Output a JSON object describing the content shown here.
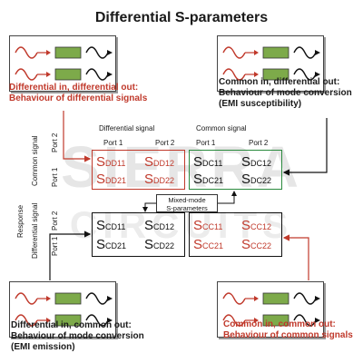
{
  "title": "Differential S-parameters",
  "colors": {
    "red": "#c0392b",
    "green_box": "#7daa4a",
    "dark": "#1a1a1a"
  },
  "captions": {
    "top_left": [
      "Differential in, differential out:",
      "Behaviour of differential signals"
    ],
    "top_right": [
      "Common in, differential out:",
      "Behaviour of mode conversion",
      "(EMI susceptibility)"
    ],
    "bottom_left": [
      "Differential in, common out:",
      "Behaviour of mode conversion",
      "(EMI emission)"
    ],
    "bottom_right": [
      "Common in, common out:",
      "Behaviour of common signals"
    ]
  },
  "headers": {
    "differential_signal": "Differential signal",
    "common_signal": "Common signal",
    "port1": "Port 1",
    "port2": "Port 2",
    "response": "Response",
    "response_common": "Common signal",
    "response_differential": "Differential signal"
  },
  "matrix": {
    "dd": [
      {
        "s": "S",
        "sub": "DD11"
      },
      {
        "s": "S",
        "sub": "DD12"
      },
      {
        "s": "S",
        "sub": "DD21"
      },
      {
        "s": "S",
        "sub": "DD22"
      }
    ],
    "dc": [
      {
        "s": "S",
        "sub": "DC11"
      },
      {
        "s": "S",
        "sub": "DC12"
      },
      {
        "s": "S",
        "sub": "DC21"
      },
      {
        "s": "S",
        "sub": "DC22"
      }
    ],
    "cd": [
      {
        "s": "S",
        "sub": "CD11"
      },
      {
        "s": "S",
        "sub": "CD12"
      },
      {
        "s": "S",
        "sub": "CD21"
      },
      {
        "s": "S",
        "sub": "CD22"
      }
    ],
    "cc": [
      {
        "s": "S",
        "sub": "CC11"
      },
      {
        "s": "S",
        "sub": "CC12"
      },
      {
        "s": "S",
        "sub": "CC21"
      },
      {
        "s": "S",
        "sub": "CC22"
      }
    ]
  },
  "mixed_mode": [
    "Mixed-mode",
    "S-parameters"
  ],
  "watermark": [
    "SIERRA",
    "CIRCUITS"
  ],
  "icons": {
    "panel_input": "sine-wave-icon",
    "panel_component": "device-box-icon",
    "panel_output": "sine-wave-arrow-icon"
  }
}
